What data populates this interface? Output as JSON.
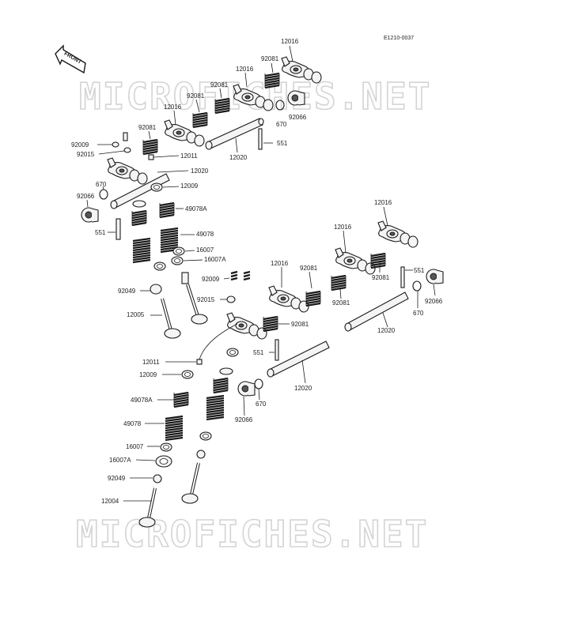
{
  "diagram_code": "E1210-0037",
  "front_label": "FRONT",
  "watermark": "MICROFICHES.NET",
  "labels": [
    {
      "id": "p12016_a",
      "text": "12016"
    },
    {
      "id": "p92081_a",
      "text": "92081"
    },
    {
      "id": "p12016_b",
      "text": "12016"
    },
    {
      "id": "p92081_b",
      "text": "92081"
    },
    {
      "id": "p92081_c",
      "text": "92081"
    },
    {
      "id": "p12016_c",
      "text": "12016"
    },
    {
      "id": "p92081_d",
      "text": "92081"
    },
    {
      "id": "p670_a",
      "text": "670"
    },
    {
      "id": "p92066_a",
      "text": "92066"
    },
    {
      "id": "p551_a",
      "text": "551"
    },
    {
      "id": "p12020_a",
      "text": "12020"
    },
    {
      "id": "p92009_a",
      "text": "92009"
    },
    {
      "id": "p92015_a",
      "text": "92015"
    },
    {
      "id": "p12011_a",
      "text": "12011"
    },
    {
      "id": "p12020_b",
      "text": "12020"
    },
    {
      "id": "p670_b",
      "text": "670"
    },
    {
      "id": "p12009_a",
      "text": "12009"
    },
    {
      "id": "p92066_b",
      "text": "92066"
    },
    {
      "id": "p49078A_a",
      "text": "49078A"
    },
    {
      "id": "p551_b",
      "text": "551"
    },
    {
      "id": "p49078_a",
      "text": "49078"
    },
    {
      "id": "p16007_a",
      "text": "16007"
    },
    {
      "id": "p16007A_a",
      "text": "16007A"
    },
    {
      "id": "p92009_b",
      "text": "92009"
    },
    {
      "id": "p92049_a",
      "text": "92049"
    },
    {
      "id": "p92015_b",
      "text": "92015"
    },
    {
      "id": "p12005",
      "text": "12005"
    },
    {
      "id": "p12016_d",
      "text": "12016"
    },
    {
      "id": "p12016_e",
      "text": "12016"
    },
    {
      "id": "p12016_f",
      "text": "12016"
    },
    {
      "id": "p92081_e",
      "text": "92081"
    },
    {
      "id": "p92081_f",
      "text": "92081"
    },
    {
      "id": "p92081_g",
      "text": "92081"
    },
    {
      "id": "p92081_h",
      "text": "92081"
    },
    {
      "id": "p551_c",
      "text": "551"
    },
    {
      "id": "p92066_c",
      "text": "92066"
    },
    {
      "id": "p670_c",
      "text": "670"
    },
    {
      "id": "p12020_c",
      "text": "12020"
    },
    {
      "id": "p551_d",
      "text": "551"
    },
    {
      "id": "p12011_b",
      "text": "12011"
    },
    {
      "id": "p12009_b",
      "text": "12009"
    },
    {
      "id": "p12020_d",
      "text": "12020"
    },
    {
      "id": "p49078A_b",
      "text": "49078A"
    },
    {
      "id": "p670_d",
      "text": "670"
    },
    {
      "id": "p49078_b",
      "text": "49078"
    },
    {
      "id": "p92066_d",
      "text": "92066"
    },
    {
      "id": "p16007_b",
      "text": "16007"
    },
    {
      "id": "p16007A_b",
      "text": "16007A"
    },
    {
      "id": "p92049_b",
      "text": "92049"
    },
    {
      "id": "p12004",
      "text": "12004"
    }
  ]
}
